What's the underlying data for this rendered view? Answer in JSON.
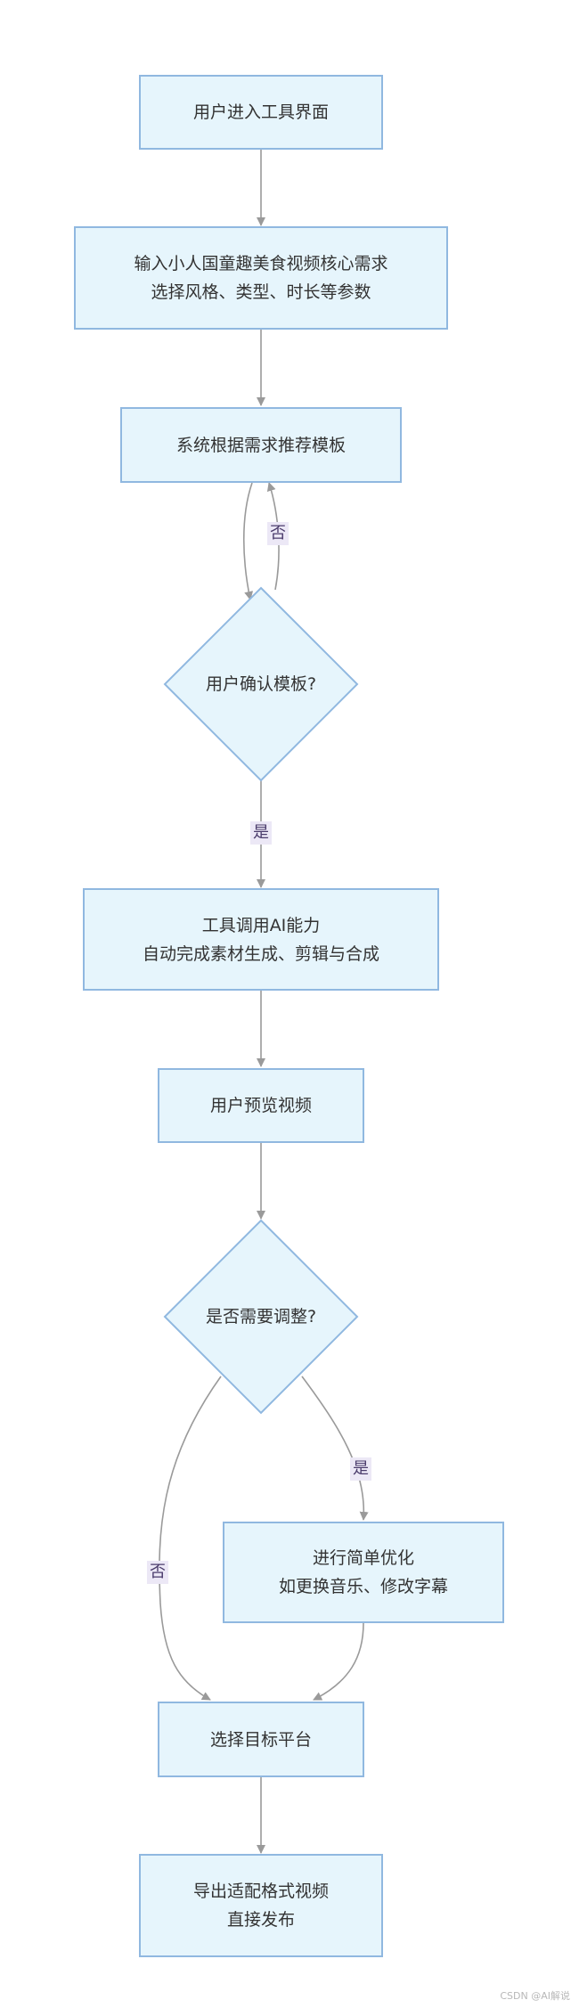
{
  "nodes": {
    "enter": [
      "用户进入工具界面"
    ],
    "input": [
      "输入小人国童趣美食视频核心需求",
      "选择风格、类型、时长等参数"
    ],
    "recommend": [
      "系统根据需求推荐模板"
    ],
    "confirm": [
      "用户确认模板?"
    ],
    "ai": [
      "工具调用AI能力",
      "自动完成素材生成、剪辑与合成"
    ],
    "preview": [
      "用户预览视频"
    ],
    "adjust": [
      "是否需要调整?"
    ],
    "optimize": [
      "进行简单优化",
      "如更换音乐、修改字幕"
    ],
    "platform": [
      "选择目标平台"
    ],
    "export": [
      "导出适配格式视频",
      "直接发布"
    ]
  },
  "edge_labels": {
    "confirm_no": "否",
    "confirm_yes": "是",
    "adjust_yes": "是",
    "adjust_no": "否"
  },
  "colors": {
    "node_fill": "#e6f5fc",
    "node_border": "#90b8e0",
    "edge": "#9a9a9a",
    "label_bg": "#ece8f6"
  },
  "watermark": "CSDN @AI解说"
}
